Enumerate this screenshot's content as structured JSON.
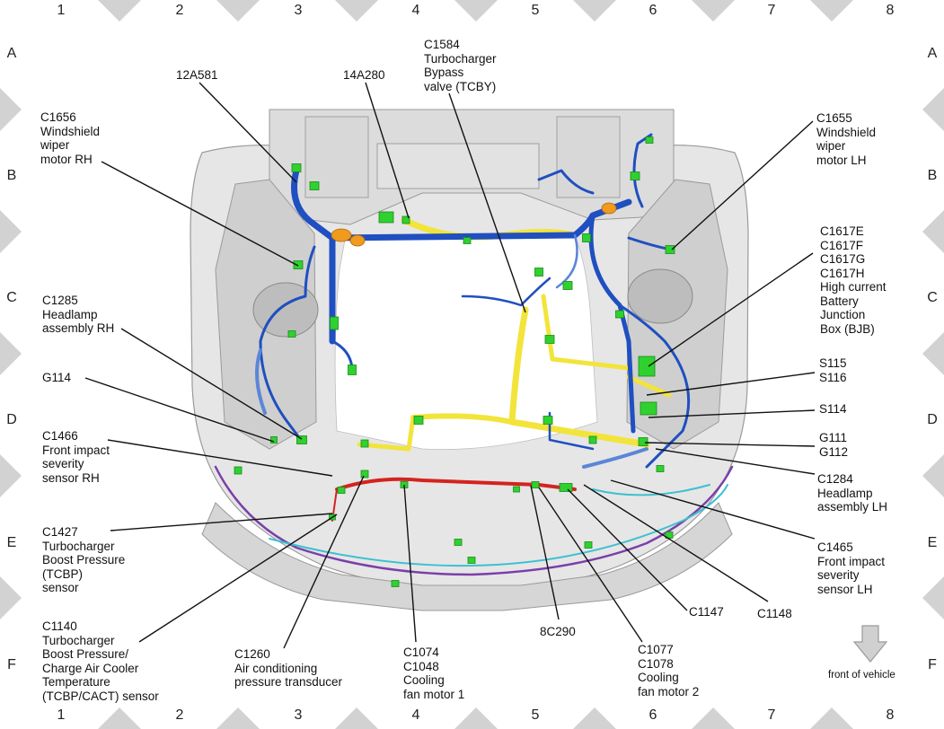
{
  "grid": {
    "columns": [
      "1",
      "2",
      "3",
      "4",
      "5",
      "6",
      "7",
      "8"
    ],
    "rows": [
      "A",
      "B",
      "C",
      "D",
      "E",
      "F"
    ]
  },
  "callouts": [
    {
      "id": "12a581",
      "lines": [
        "12A581"
      ]
    },
    {
      "id": "14a280",
      "lines": [
        "14A280"
      ]
    },
    {
      "id": "c1584",
      "lines": [
        "C1584",
        "Turbocharger",
        "Bypass",
        "valve (TCBY)"
      ]
    },
    {
      "id": "c1656",
      "lines": [
        "C1656",
        "Windshield",
        "wiper",
        "motor RH"
      ]
    },
    {
      "id": "c1655",
      "lines": [
        "C1655",
        "Windshield",
        "wiper",
        "motor LH"
      ]
    },
    {
      "id": "c1617",
      "lines": [
        "C1617E",
        "C1617F",
        "C1617G",
        "C1617H",
        "High current",
        "Battery",
        "Junction",
        "Box (BJB)"
      ]
    },
    {
      "id": "c1285",
      "lines": [
        "C1285",
        "Headlamp",
        "assembly RH"
      ]
    },
    {
      "id": "g114",
      "lines": [
        "G114"
      ]
    },
    {
      "id": "s115",
      "lines": [
        "S115",
        "S116"
      ]
    },
    {
      "id": "s114",
      "lines": [
        "S114"
      ]
    },
    {
      "id": "c1466",
      "lines": [
        "C1466",
        "Front impact",
        "severity",
        "sensor RH"
      ]
    },
    {
      "id": "g111",
      "lines": [
        "G111",
        "G112"
      ]
    },
    {
      "id": "c1284",
      "lines": [
        "C1284",
        "Headlamp",
        "assembly LH"
      ]
    },
    {
      "id": "c1427",
      "lines": [
        "C1427",
        "Turbocharger",
        "Boost Pressure",
        "(TCBP)",
        "sensor"
      ]
    },
    {
      "id": "c1465",
      "lines": [
        "C1465",
        "Front impact",
        "severity",
        "sensor LH"
      ]
    },
    {
      "id": "c1147",
      "lines": [
        "C1147"
      ]
    },
    {
      "id": "c1148",
      "lines": [
        "C1148"
      ]
    },
    {
      "id": "8c290",
      "lines": [
        "8C290"
      ]
    },
    {
      "id": "c1140",
      "lines": [
        "C1140",
        "Turbocharger",
        "Boost Pressure/",
        "Charge Air Cooler",
        "Temperature",
        "(TCBP/CACT) sensor"
      ]
    },
    {
      "id": "c1260",
      "lines": [
        "C1260",
        "Air conditioning",
        "pressure transducer"
      ]
    },
    {
      "id": "c1074",
      "lines": [
        "C1074",
        "C1048",
        "Cooling",
        "fan motor 1"
      ]
    },
    {
      "id": "c1077",
      "lines": [
        "C1077",
        "C1078",
        "Cooling",
        "fan motor 2"
      ]
    }
  ],
  "front_indicator": {
    "label": "front of vehicle",
    "icon": "down-arrow-icon"
  },
  "colors": {
    "harness_blue": "#1f4fc0",
    "harness_blue_light": "#5b86d8",
    "harness_yellow": "#f2e43a",
    "harness_red": "#d4231f",
    "harness_purple": "#7a3fa8",
    "harness_cyan": "#3cc0d0",
    "connector_green": "#2fd12f",
    "connector_orange": "#f09a1e",
    "body_gray": "#c9c9c9",
    "border_diamond": "#cfcfcf"
  }
}
